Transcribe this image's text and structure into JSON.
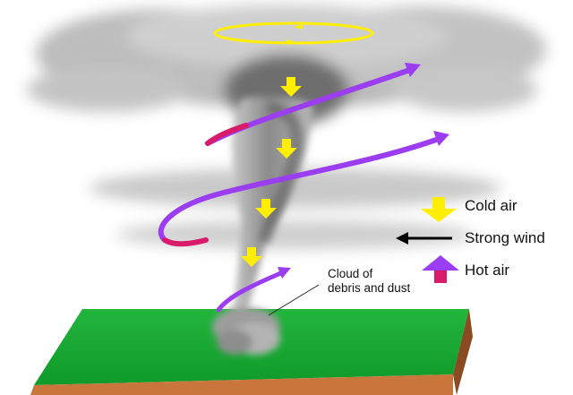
{
  "legend": {
    "cold_air": "Cold air",
    "strong_wind": "Strong wind",
    "hot_air": "Hot air"
  },
  "annotation": {
    "line1": "Cloud of",
    "line2": "debris and dust"
  },
  "colors": {
    "cold_air": "#ffee00",
    "hot_air_top": "#9b3df0",
    "hot_air_bottom": "#d81b6a",
    "strong_wind": "#000000",
    "rotation_ring": "#ffee00",
    "ground_top": "#1fb43a",
    "ground_side": "#c9763c",
    "cloud": "#9a9a9a"
  }
}
